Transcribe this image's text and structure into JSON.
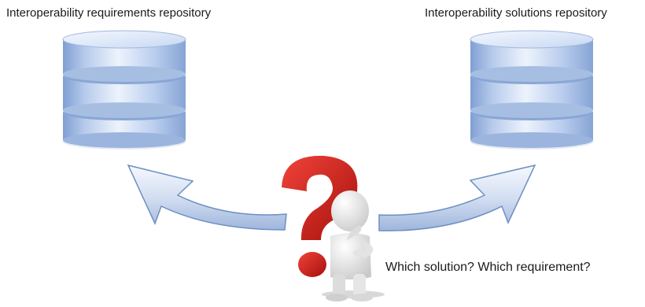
{
  "labels": {
    "left_repository": "Interoperability requirements repository",
    "right_repository": "Interoperability solutions repository",
    "question": "Which solution? Which requirement?"
  },
  "icons": {
    "left_repository": "database-icon",
    "right_repository": "database-icon",
    "left_arrow": "curved-arrow-up-left",
    "right_arrow": "curved-arrow-up-right",
    "question_mark": "question-mark-icon",
    "thinking_figure": "thinking-person-figure"
  },
  "colors": {
    "database_body": "#b8cdec",
    "database_highlight": "#eef4fc",
    "database_shadow": "#8ea9d6",
    "arrow_fill": "#dde6f4",
    "arrow_stroke": "#6d8fc2",
    "question_mark": "#d41f16",
    "figure": "#efefef"
  }
}
